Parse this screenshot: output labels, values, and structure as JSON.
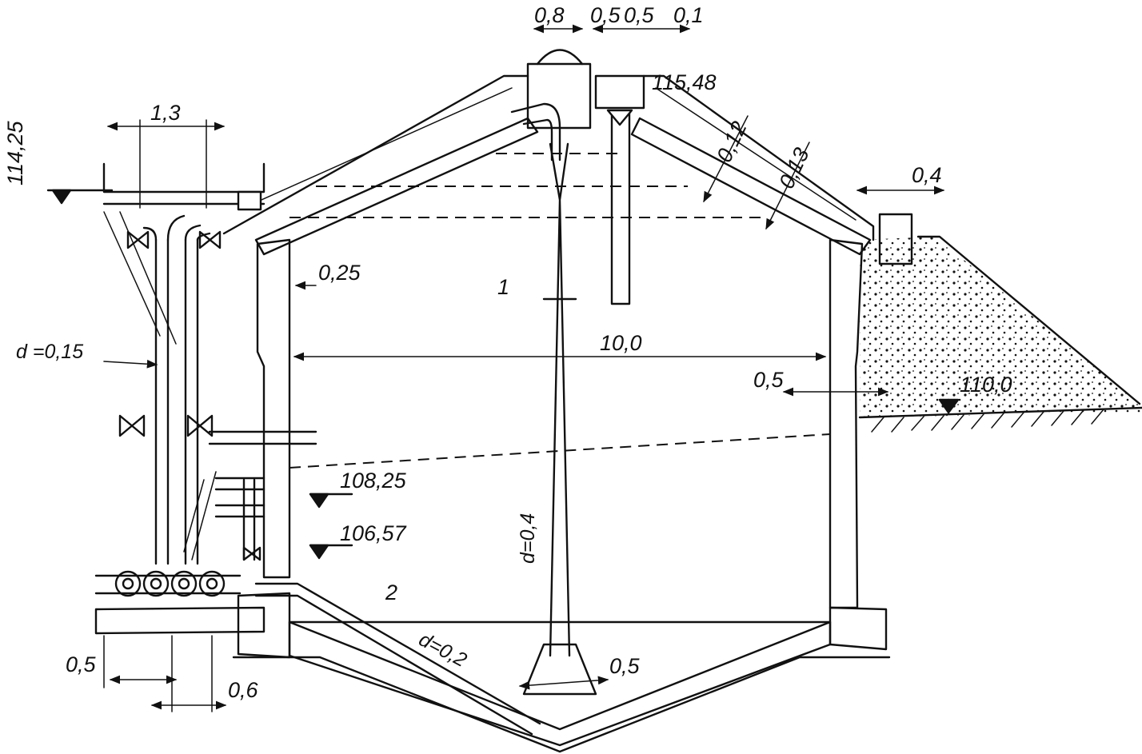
{
  "diagram": {
    "dimensions": {
      "top_d08": "0,8",
      "top_d05a": "0,5",
      "top_d05b": "0,5",
      "top_d01": "0,1",
      "d13": "1,3",
      "d012": "0,12",
      "d013": "0,13",
      "d04": "0,4",
      "d025": "0,25",
      "d100": "10,0",
      "d05_wall": "0,5",
      "d05_bottom": "0,5",
      "d05_left": "0,5",
      "d06": "0,6"
    },
    "elevations": {
      "e11448": "115,48",
      "e11425": "114,25",
      "e1100": "110,0",
      "e10825": "108,25",
      "e10657": "106,57"
    },
    "pipes": {
      "d015": "d =0,15",
      "d04": "d=0,4",
      "d02": "d=0,2"
    },
    "callouts": {
      "c1": "1",
      "c2": "2"
    }
  }
}
